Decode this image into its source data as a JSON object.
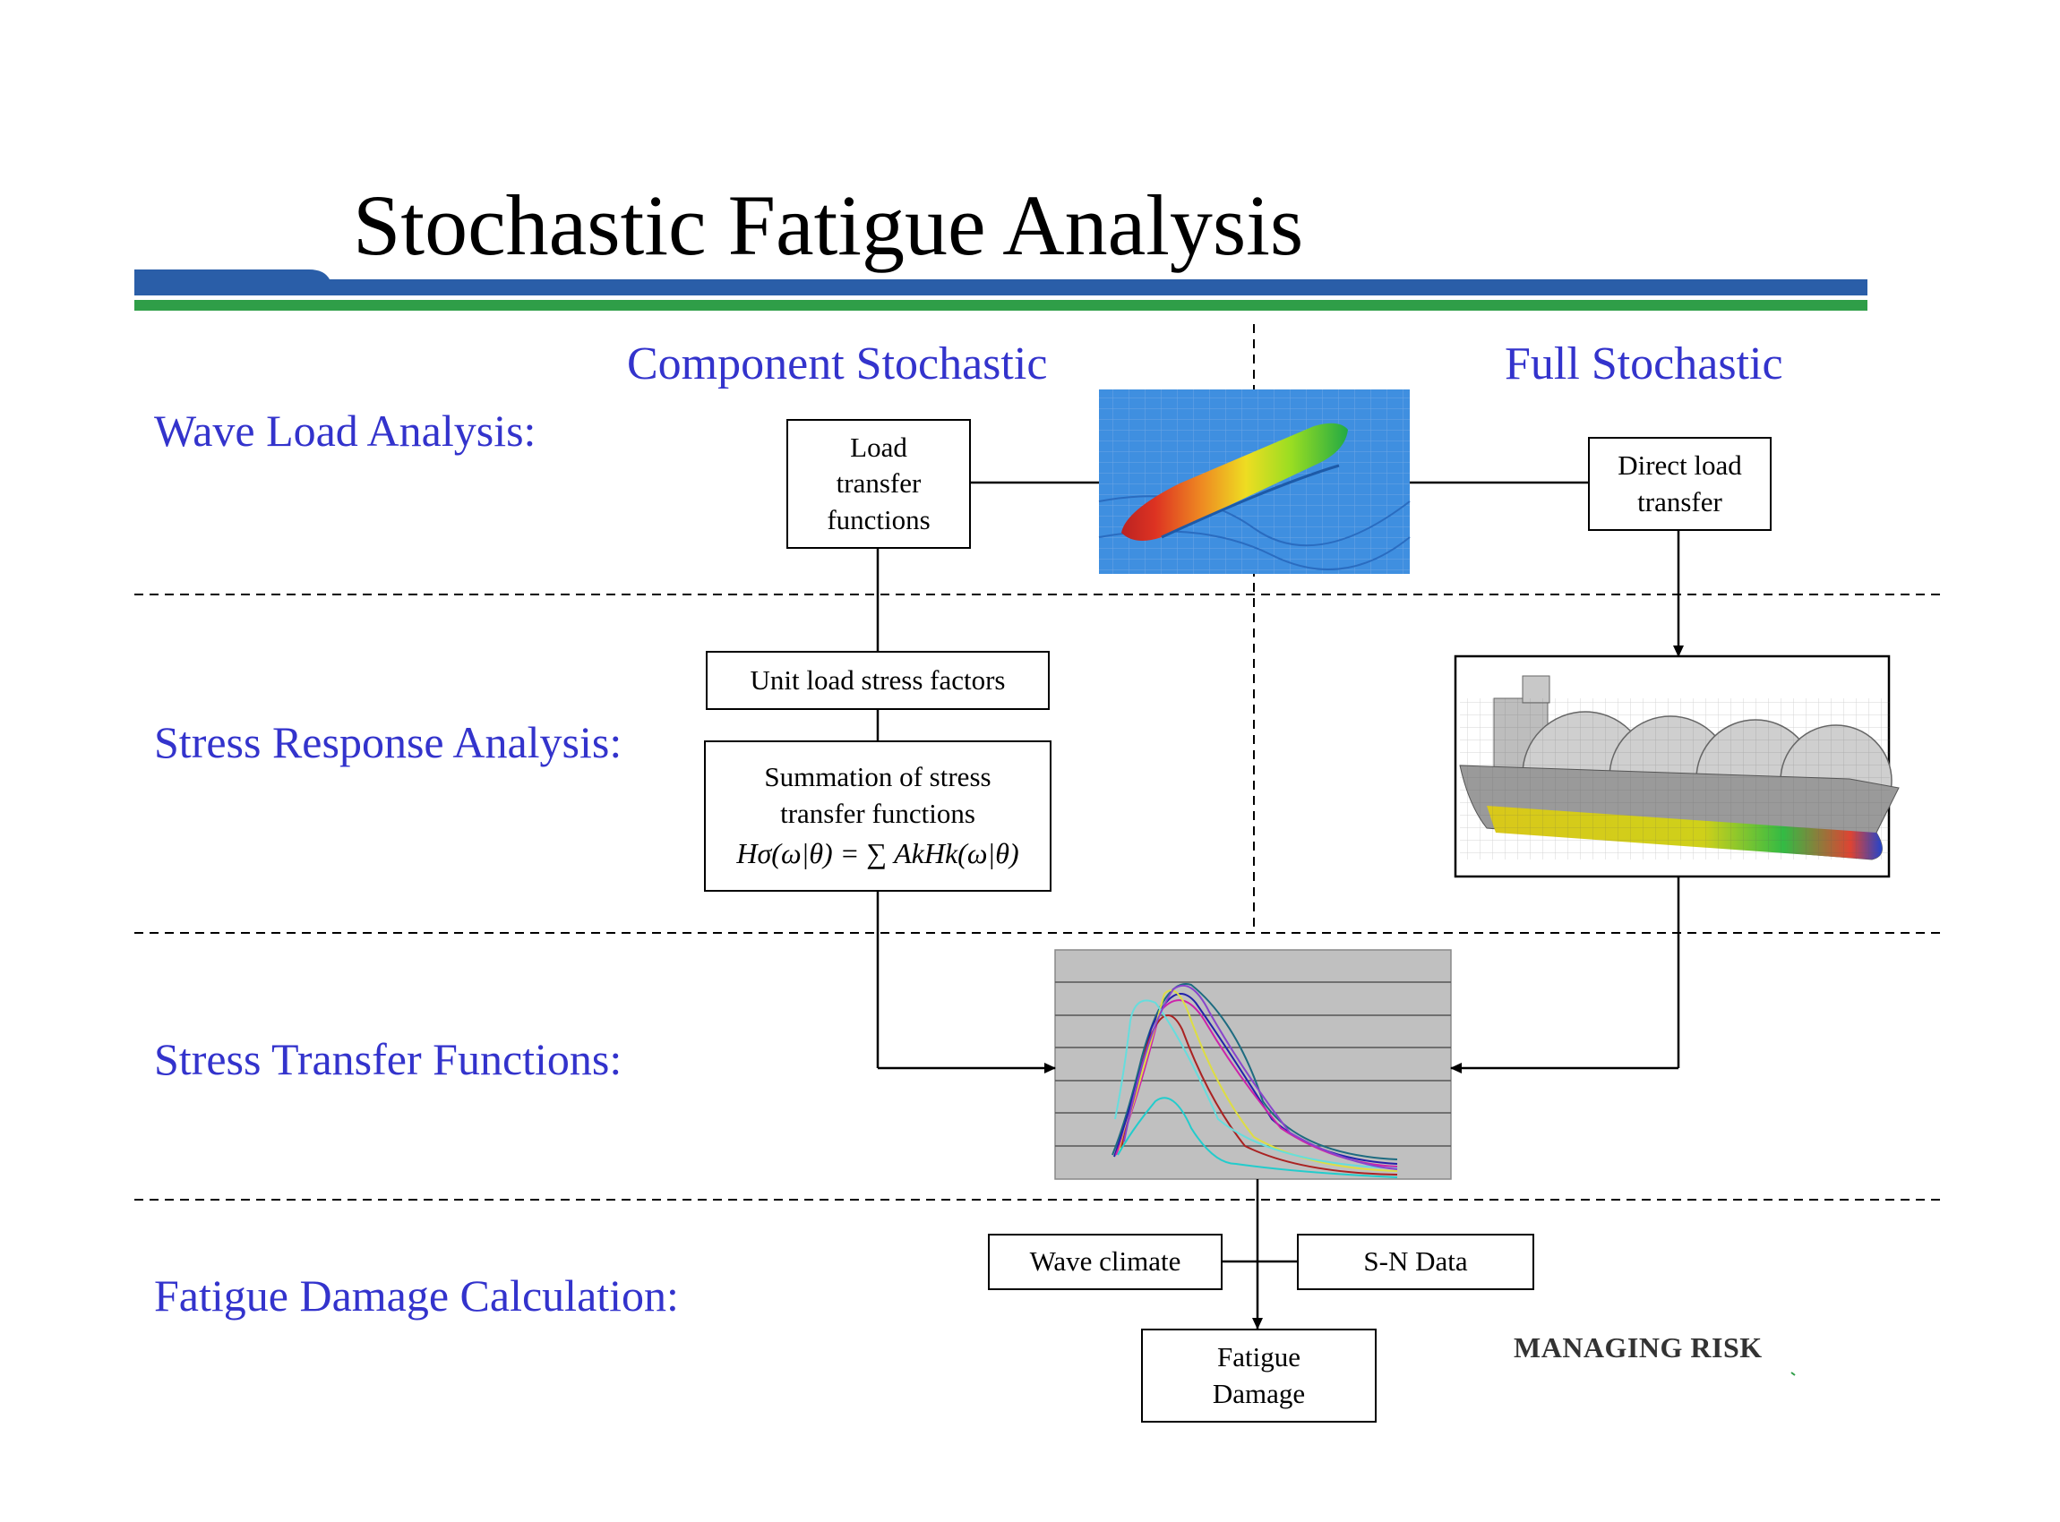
{
  "slide": {
    "title": "Stochastic Fatigue Analysis"
  },
  "columns": {
    "component": "Component Stochastic",
    "full": "Full Stochastic"
  },
  "rows": {
    "wave_load": "Wave Load Analysis:",
    "stress_response": "Stress Response Analysis:",
    "stress_transfer": "Stress Transfer Functions:",
    "fatigue_damage": "Fatigue Damage Calculation:"
  },
  "boxes": {
    "load_transfer": [
      "Load",
      "transfer",
      "functions"
    ],
    "direct_load": [
      "Direct load",
      "transfer"
    ],
    "unit_load": "Unit load stress factors",
    "summation": [
      "Summation of stress",
      "transfer functions"
    ],
    "formula": "Hσ(ω|θ) = ∑ AkHk(ω|θ)",
    "wave_climate": "Wave climate",
    "sn_data": "S-N Data",
    "fatigue": [
      "Fatigue",
      "Damage"
    ]
  },
  "footer": {
    "brand": "MANAGING RISK"
  },
  "colors": {
    "accent_blue": "#3333cc",
    "band_blue": "#2a5ea8",
    "band_green": "#2f9e48"
  },
  "icons": {
    "wave_hull": "ship-hull-wave-pressure-image",
    "fe_model": "lng-carrier-fe-model-image",
    "rao_plot": "stress-transfer-function-plot"
  }
}
